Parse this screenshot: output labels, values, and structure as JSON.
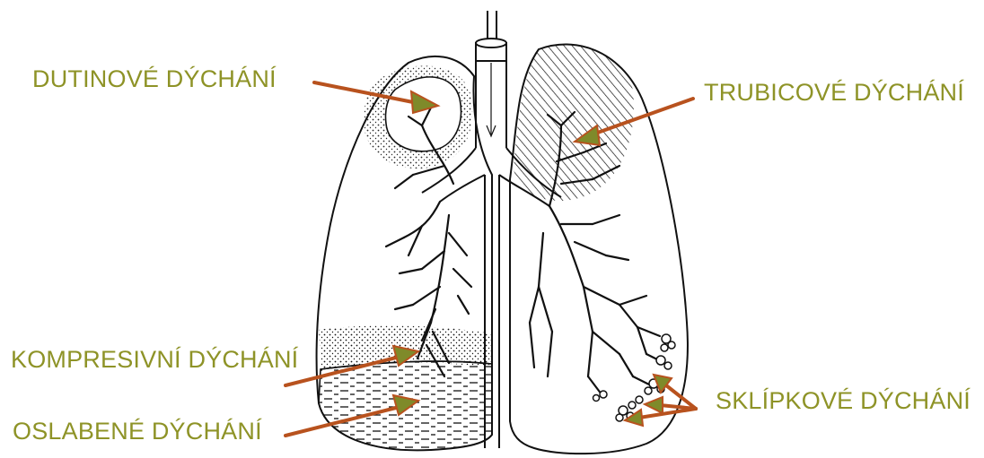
{
  "labels": {
    "dutinove": "DUTINOVÉ DÝCHÁNÍ",
    "trubicove": "TRUBICOVÉ DÝCHÁNÍ",
    "kompresivni": "KOMPRESIVNÍ DÝCHÁNÍ",
    "oslabene": "OSLABENÉ DÝCHÁNÍ",
    "sklipkove": "SKLÍPKOVÉ DÝCHÁNÍ"
  },
  "colors": {
    "label_text": "#8e9327",
    "arrow_stroke": "#b8521e",
    "arrow_head": "#7f8a2a",
    "drawing_ink": "#111111"
  }
}
